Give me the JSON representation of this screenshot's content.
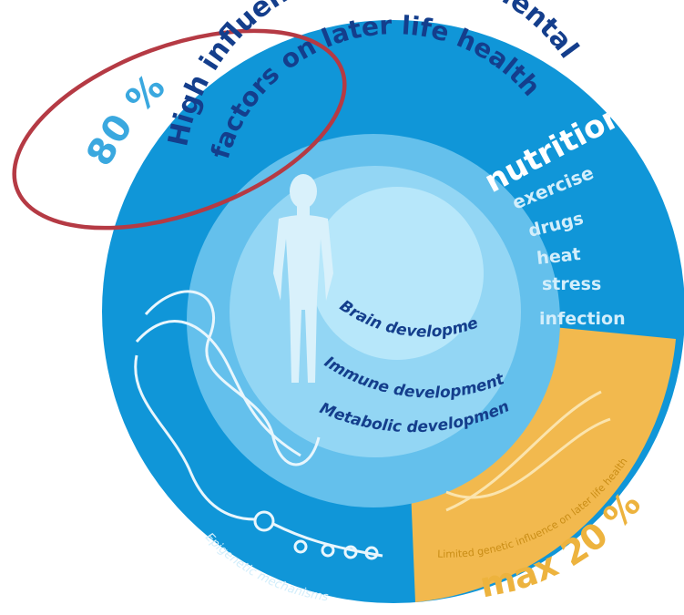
{
  "colors": {
    "outer_ring": "#1096d8",
    "middle_ring": "#64c0ec",
    "inner_ring": "#93d6f4",
    "core": "#b7e7fa",
    "genetic_wedge": "#f2b94e",
    "highlight_ellipse": "#b53a44",
    "dark_text": "#143e8c",
    "light_text": "#ffffff",
    "pale_text": "#d3eefb",
    "percent_blue": "#3aa8df",
    "percent_gold": "#edb33e"
  },
  "environment": {
    "percent_label": "80 %",
    "headline_line1": "High influence of environmental",
    "headline_line2": "factors on later life health",
    "factors": [
      "nutrition",
      "exercise",
      "drugs",
      "heat",
      "stress",
      "infection"
    ]
  },
  "development": [
    "Brain development",
    "Immune development",
    "Metabolic development"
  ],
  "epigenetics": {
    "label": "Epigenetic mechanisms"
  },
  "genetics": {
    "percent_label": "max 20 %",
    "caption": "Limited genetic influence on later life health"
  },
  "icons": [
    "human-figure-icon",
    "dna-helix-icon",
    "dna-helix-gold-icon"
  ]
}
